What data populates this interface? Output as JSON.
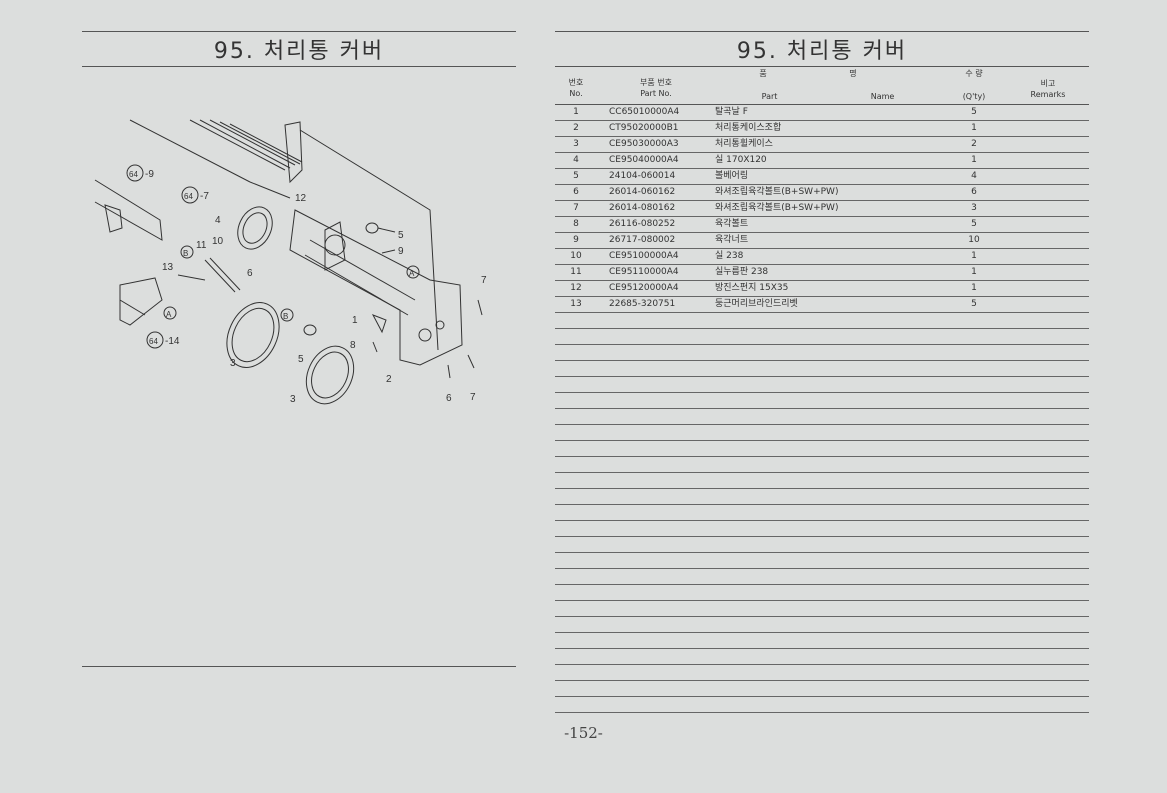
{
  "left": {
    "title": "95. 처리통 커버"
  },
  "right": {
    "title": "95. 처리통 커버",
    "headers": {
      "no_ko": "번호",
      "no_en": "No.",
      "part_ko": "부품 번호",
      "part_en": "Part No.",
      "name_ko": "품 명",
      "name_en_part": "Part",
      "name_en_name": "Name",
      "qty_ko": "수 량",
      "qty_en": "(Q'ty)",
      "remarks_ko": "비고",
      "remarks_en": "Remarks"
    },
    "rows": [
      {
        "no": "1",
        "part": "CC65010000A4",
        "name": "탈곡날 F",
        "qty": "5",
        "remarks": ""
      },
      {
        "no": "2",
        "part": "CT95020000B1",
        "name": "처리통케이스조합",
        "qty": "1",
        "remarks": ""
      },
      {
        "no": "3",
        "part": "CE95030000A3",
        "name": "처리통휠케이스",
        "qty": "2",
        "remarks": ""
      },
      {
        "no": "4",
        "part": "CE95040000A4",
        "name": "실 170X120",
        "qty": "1",
        "remarks": ""
      },
      {
        "no": "5",
        "part": "24104-060014",
        "name": "볼베어링",
        "qty": "4",
        "remarks": ""
      },
      {
        "no": "6",
        "part": "26014-060162",
        "name": "와셔조립육각볼트(B+SW+PW)",
        "qty": "6",
        "remarks": ""
      },
      {
        "no": "7",
        "part": "26014-080162",
        "name": "와셔조립육각볼트(B+SW+PW)",
        "qty": "3",
        "remarks": ""
      },
      {
        "no": "8",
        "part": "26116-080252",
        "name": "육각볼트",
        "qty": "5",
        "remarks": ""
      },
      {
        "no": "9",
        "part": "26717-080002",
        "name": "육각너트",
        "qty": "10",
        "remarks": ""
      },
      {
        "no": "10",
        "part": "CE95100000A4",
        "name": "실 238",
        "qty": "1",
        "remarks": ""
      },
      {
        "no": "11",
        "part": "CE95110000A4",
        "name": "실누름판 238",
        "qty": "1",
        "remarks": ""
      },
      {
        "no": "12",
        "part": "CE95120000A4",
        "name": "방진스펀지 15X35",
        "qty": "1",
        "remarks": ""
      },
      {
        "no": "13",
        "part": "22685-320751",
        "name": "둥근머리브라인드리벳",
        "qty": "5",
        "remarks": ""
      },
      {
        "no": "",
        "part": "",
        "name": "",
        "qty": "",
        "remarks": ""
      },
      {
        "no": "",
        "part": "",
        "name": "",
        "qty": "",
        "remarks": ""
      },
      {
        "no": "",
        "part": "",
        "name": "",
        "qty": "",
        "remarks": ""
      },
      {
        "no": "",
        "part": "",
        "name": "",
        "qty": "",
        "remarks": ""
      },
      {
        "no": "",
        "part": "",
        "name": "",
        "qty": "",
        "remarks": ""
      },
      {
        "no": "",
        "part": "",
        "name": "",
        "qty": "",
        "remarks": ""
      },
      {
        "no": "",
        "part": "",
        "name": "",
        "qty": "",
        "remarks": ""
      },
      {
        "no": "",
        "part": "",
        "name": "",
        "qty": "",
        "remarks": ""
      },
      {
        "no": "",
        "part": "",
        "name": "",
        "qty": "",
        "remarks": ""
      },
      {
        "no": "",
        "part": "",
        "name": "",
        "qty": "",
        "remarks": ""
      },
      {
        "no": "",
        "part": "",
        "name": "",
        "qty": "",
        "remarks": ""
      },
      {
        "no": "",
        "part": "",
        "name": "",
        "qty": "",
        "remarks": ""
      },
      {
        "no": "",
        "part": "",
        "name": "",
        "qty": "",
        "remarks": ""
      },
      {
        "no": "",
        "part": "",
        "name": "",
        "qty": "",
        "remarks": ""
      },
      {
        "no": "",
        "part": "",
        "name": "",
        "qty": "",
        "remarks": ""
      },
      {
        "no": "",
        "part": "",
        "name": "",
        "qty": "",
        "remarks": ""
      },
      {
        "no": "",
        "part": "",
        "name": "",
        "qty": "",
        "remarks": ""
      },
      {
        "no": "",
        "part": "",
        "name": "",
        "qty": "",
        "remarks": ""
      },
      {
        "no": "",
        "part": "",
        "name": "",
        "qty": "",
        "remarks": ""
      },
      {
        "no": "",
        "part": "",
        "name": "",
        "qty": "",
        "remarks": ""
      },
      {
        "no": "",
        "part": "",
        "name": "",
        "qty": "",
        "remarks": ""
      },
      {
        "no": "",
        "part": "",
        "name": "",
        "qty": "",
        "remarks": ""
      },
      {
        "no": "",
        "part": "",
        "name": "",
        "qty": "",
        "remarks": ""
      },
      {
        "no": "",
        "part": "",
        "name": "",
        "qty": "",
        "remarks": ""
      },
      {
        "no": "",
        "part": "",
        "name": "",
        "qty": "",
        "remarks": ""
      }
    ]
  },
  "diagram": {
    "callouts": {
      "c64_9": "-9",
      "c64_7": "-7",
      "c64_14": "-14",
      "c64": "64",
      "n1": "1",
      "n2": "2",
      "n3a": "3",
      "n3b": "3",
      "n4": "4",
      "n5a": "5",
      "n5b": "5",
      "n6a": "6",
      "n6b": "6",
      "n7a": "7",
      "n7b": "7",
      "n8": "8",
      "n9": "9",
      "n10": "10",
      "n11": "11",
      "n12": "12",
      "n13": "13",
      "ref_a": "A",
      "ref_b": "B"
    }
  },
  "page_number": "-152-"
}
